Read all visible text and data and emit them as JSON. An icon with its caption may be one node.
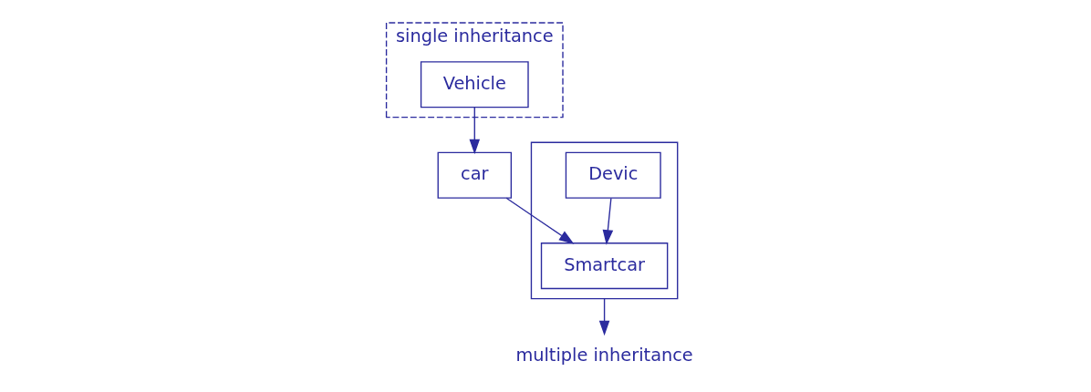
{
  "diagram": {
    "nodes": [
      {
        "text": [
          "single inheritance"
        ]
      },
      {
        "text": [
          "Vehicle"
        ],
        "in": 0
      },
      {
        "text": [
          "car"
        ]
      },
      {
        "text": [],
        "shape": "box"
      },
      {
        "text": [
          "Devic"
        ],
        "in": 3
      },
      {
        "text": [
          "Smartcar"
        ],
        "in": 3
      },
      {
        "text": [
          "multiple inheritance"
        ]
      }
    ],
    "edges": [
      {
        "from": 1,
        "to": 2,
        "arrow": "to"
      },
      {
        "from": 2,
        "to": 5,
        "arrow": "to"
      },
      {
        "from": 4,
        "to": 5,
        "arrow": "to"
      },
      {
        "from": 3,
        "to": 6,
        "arrow": "to"
      }
    ]
  }
}
